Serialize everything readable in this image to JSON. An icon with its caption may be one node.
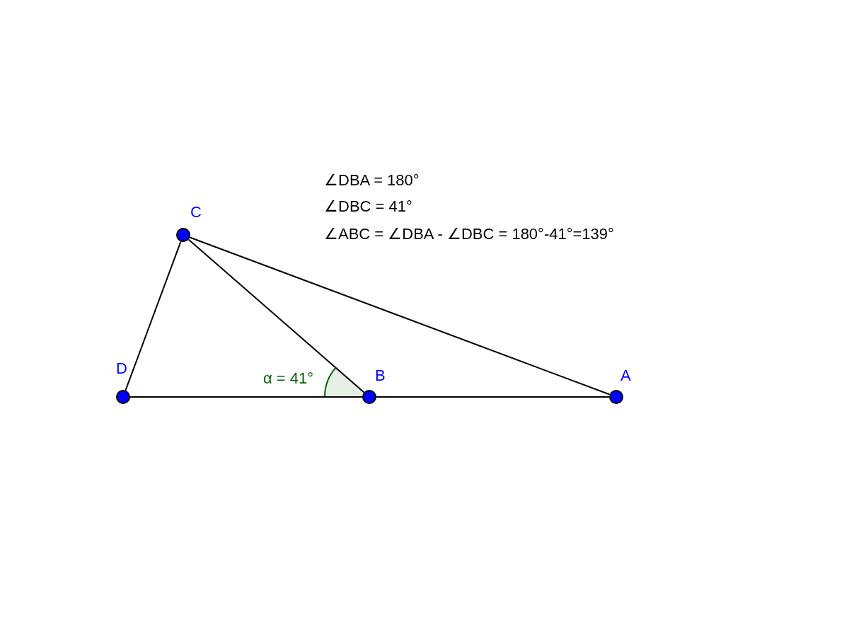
{
  "diagram": {
    "nodes": [
      {
        "text": [],
        "shape": "circle",
        "beside": [
          "C"
        ]
      },
      {
        "text": [],
        "shape": "circle",
        "beside": [
          "D"
        ]
      },
      {
        "text": [],
        "shape": "circle",
        "beside": [
          "B"
        ]
      },
      {
        "text": [],
        "shape": "circle",
        "beside": [
          "A"
        ]
      }
    ],
    "edges": [
      {
        "from": 1,
        "to": 0,
        "arrow": "none"
      },
      {
        "from": 0,
        "to": 2,
        "arrow": "none"
      },
      {
        "from": 0,
        "to": 3,
        "arrow": "none"
      },
      {
        "from": 1,
        "to": 2,
        "arrow": "none"
      },
      {
        "from": 2,
        "to": 3,
        "arrow": "none"
      }
    ],
    "labels": [
      "∠DBA = 180°",
      "∠DBC = 41°",
      "∠ABC = ∠DBA - ∠DBC = 180°-41°=139°",
      "α = 41°"
    ]
  }
}
